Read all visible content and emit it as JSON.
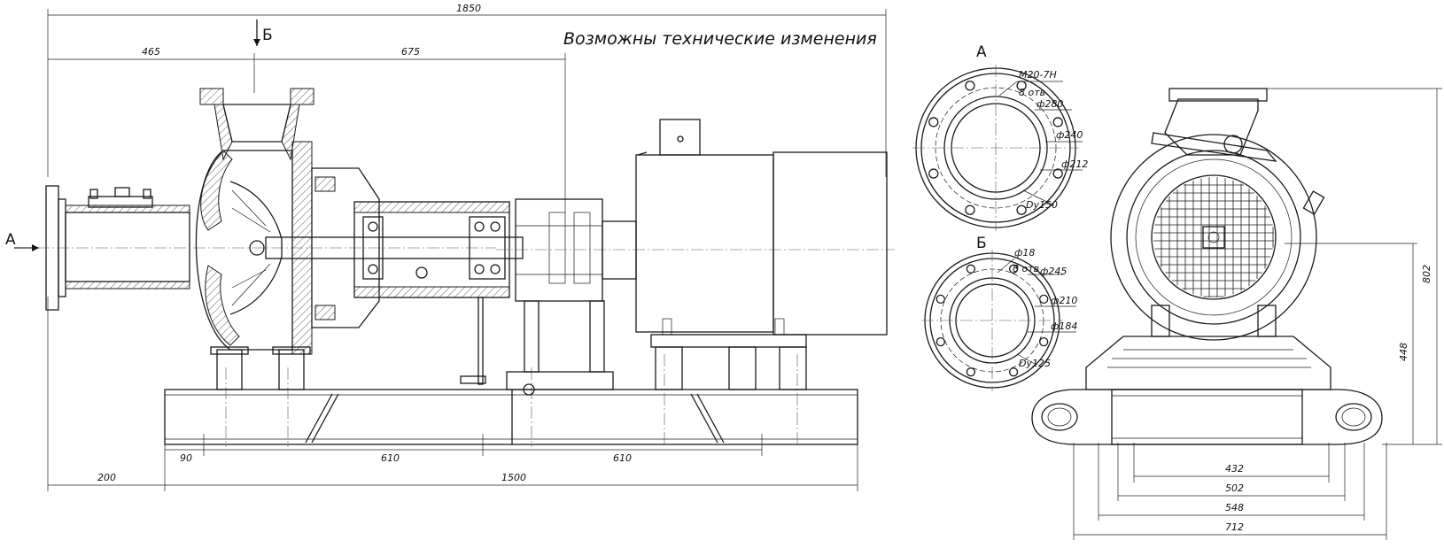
{
  "note": "Возможны технические изменения",
  "view_labels": {
    "arrow_a": "А",
    "arrow_b": "Б",
    "section_a": "А",
    "section_b": "Б"
  },
  "side_view_dims": {
    "overall": "1850",
    "d465": "465",
    "d675": "675",
    "d90": "90",
    "d610a": "610",
    "d610b": "610",
    "d200": "200",
    "d1500": "1500"
  },
  "flange_a": {
    "thread": "M20-7H",
    "holes": "8 отв",
    "d280": "ф280",
    "d240": "ф240",
    "d212": "ф212",
    "dn": "Dy150"
  },
  "flange_b": {
    "d18": "ф18",
    "holes": "8 отв",
    "d245": "ф245",
    "d210": "ф210",
    "d184": "ф184",
    "dn": "Dy125"
  },
  "front_view_dims": {
    "d432": "432",
    "d502": "502",
    "d548": "548",
    "d712": "712",
    "d802": "802",
    "d448": "448"
  }
}
